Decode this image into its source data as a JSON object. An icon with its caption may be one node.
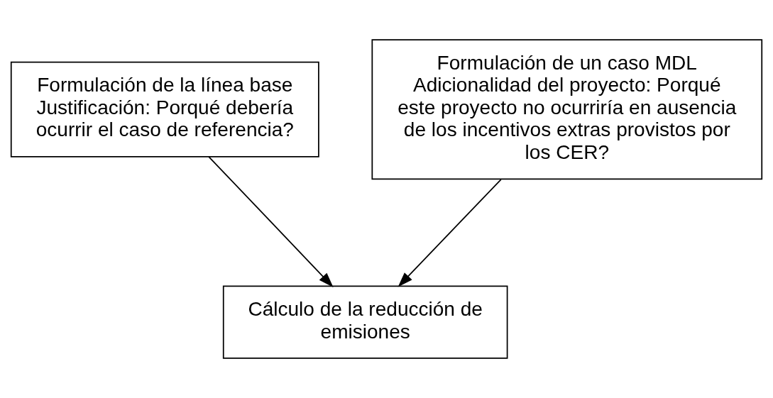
{
  "diagram": {
    "nodes": [
      {
        "text": [
          "Formulación de la línea base",
          "Justificación: Porqué debería ocurrir el caso de referencia?"
        ]
      },
      {
        "text": [
          "Formulación de un caso MDL",
          "Adicionalidad del proyecto: Porqué este proyecto no ocurriría en ausencia de los incentivos extras provistos por los CER?"
        ]
      },
      {
        "text": [
          "Cálculo de la reducción de emisiones"
        ]
      }
    ],
    "edges": [
      {
        "from": 0,
        "to": 2,
        "arrow": "to"
      },
      {
        "from": 1,
        "to": 2,
        "arrow": "to"
      }
    ]
  }
}
